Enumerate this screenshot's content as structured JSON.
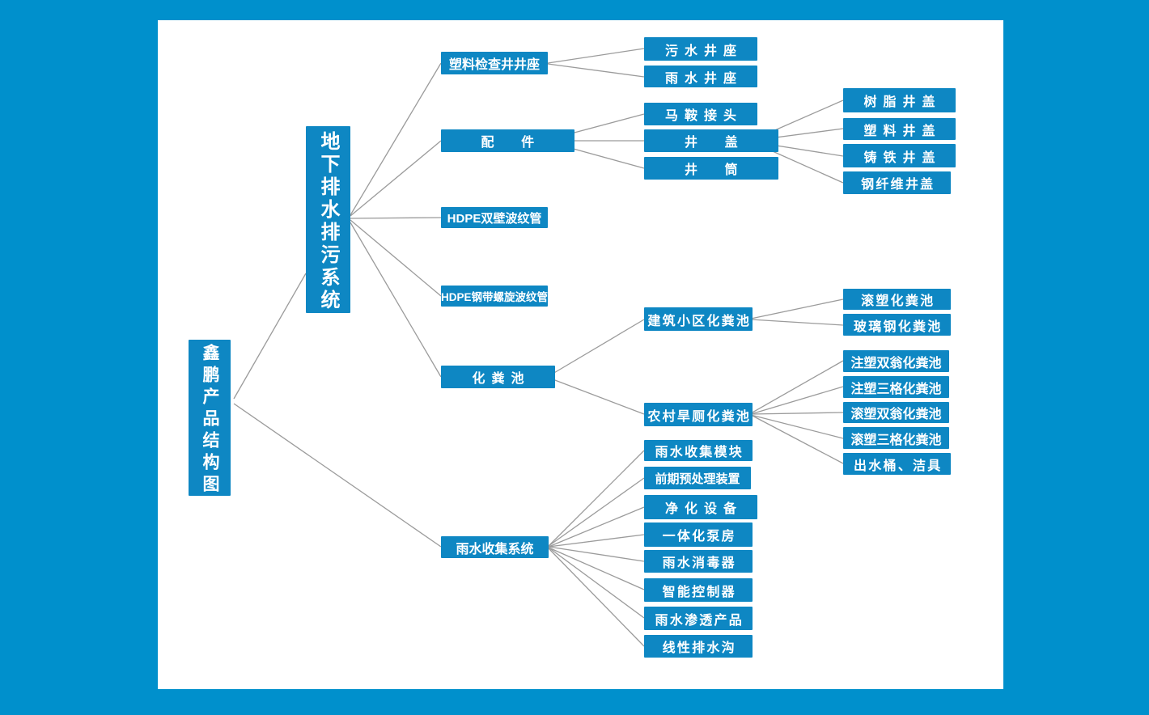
{
  "colors": {
    "page_bg": "#0090cc",
    "panel_bg": "#ffffff",
    "node_bg": "#0e87c3",
    "node_text": "#ffffff",
    "line": "#9b9b9b"
  },
  "tree": {
    "label": "鑫鹏产品结构图",
    "children": [
      {
        "label": "地下排水排污系统",
        "children": [
          {
            "label": "塑料检查井井座",
            "children": [
              {
                "label": "污水井座"
              },
              {
                "label": "雨水井座"
              }
            ]
          },
          {
            "label": "配件",
            "children": [
              {
                "label": "马鞍接头"
              },
              {
                "label": "井盖",
                "children": [
                  {
                    "label": "树脂井盖"
                  },
                  {
                    "label": "塑料井盖"
                  },
                  {
                    "label": "铸铁井盖"
                  },
                  {
                    "label": "钢纤维井盖"
                  }
                ]
              },
              {
                "label": "井筒"
              }
            ]
          },
          {
            "label": "HDPE双壁波纹管"
          },
          {
            "label": "HDPE钢带螺旋波纹管"
          },
          {
            "label": "化粪池",
            "children": [
              {
                "label": "建筑小区化粪池",
                "children": [
                  {
                    "label": "滚塑化粪池"
                  },
                  {
                    "label": "玻璃钢化粪池"
                  }
                ]
              },
              {
                "label": "农村旱厕化粪池",
                "children": [
                  {
                    "label": "注塑双翁化粪池"
                  },
                  {
                    "label": "注塑三格化粪池"
                  },
                  {
                    "label": "滚塑双翁化粪池"
                  },
                  {
                    "label": "滚塑三格化粪池"
                  },
                  {
                    "label": "出水桶、洁具"
                  }
                ]
              }
            ]
          }
        ]
      },
      {
        "label": "雨水收集系统",
        "children": [
          {
            "label": "雨水收集模块"
          },
          {
            "label": "前期预处理装置"
          },
          {
            "label": "净化设备"
          },
          {
            "label": "一体化泵房"
          },
          {
            "label": "雨水消毒器"
          },
          {
            "label": "智能控制器"
          },
          {
            "label": "雨水渗透产品"
          },
          {
            "label": "线性排水沟"
          }
        ]
      }
    ]
  }
}
